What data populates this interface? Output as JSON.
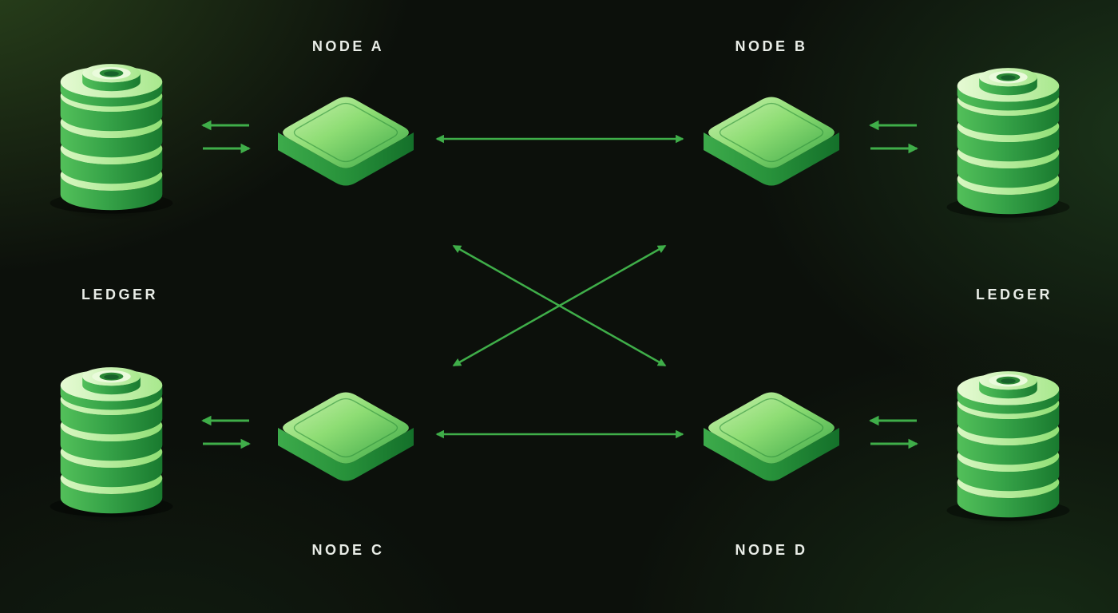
{
  "diagram": {
    "type": "distributed-ledger-network-topology",
    "nodes": [
      {
        "id": "node-a",
        "label": "NODE A"
      },
      {
        "id": "node-b",
        "label": "NODE B"
      },
      {
        "id": "node-c",
        "label": "NODE C"
      },
      {
        "id": "node-d",
        "label": "NODE D"
      }
    ],
    "ledgers": [
      {
        "id": "ledger-left",
        "label": "LEDGER"
      },
      {
        "id": "ledger-right",
        "label": "LEDGER"
      }
    ],
    "connections": [
      {
        "from": "ledger-left",
        "to": "node-a",
        "type": "two-one-way-arrows"
      },
      {
        "from": "node-a",
        "to": "node-b",
        "type": "double-headed"
      },
      {
        "from": "node-b",
        "to": "ledger-right",
        "type": "two-one-way-arrows"
      },
      {
        "from": "ledger-left",
        "to": "node-c",
        "type": "two-one-way-arrows"
      },
      {
        "from": "node-c",
        "to": "node-d",
        "type": "double-headed"
      },
      {
        "from": "node-d",
        "to": "ledger-right",
        "type": "two-one-way-arrows"
      },
      {
        "from": "node-a",
        "to": "node-d",
        "type": "double-headed"
      },
      {
        "from": "node-b",
        "to": "node-c",
        "type": "double-headed"
      }
    ],
    "colors": {
      "accent": "#3fae49",
      "label_text": "#e9ede7",
      "background": "#0c100b",
      "shape_light": "#cdf2b2",
      "shape_mid": "#3aa646",
      "shape_dark": "#14702a"
    }
  }
}
